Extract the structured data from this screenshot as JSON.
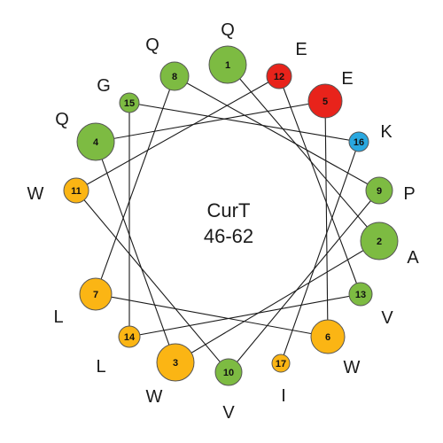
{
  "diagram": {
    "title_line1": "CurT",
    "title_line2": "46-62",
    "colors": {
      "green": "#7dbb42",
      "red": "#e8231b",
      "blue": "#29a8e0",
      "yellow": "#fbb514",
      "line": "#1a1a1a"
    },
    "residues": [
      {
        "num": 1,
        "aa": "Q",
        "color": "green"
      },
      {
        "num": 2,
        "aa": "A",
        "color": "green"
      },
      {
        "num": 3,
        "aa": "W",
        "color": "yellow"
      },
      {
        "num": 4,
        "aa": "Q",
        "color": "green"
      },
      {
        "num": 5,
        "aa": "E",
        "color": "red"
      },
      {
        "num": 6,
        "aa": "W",
        "color": "yellow"
      },
      {
        "num": 7,
        "aa": "L",
        "color": "yellow"
      },
      {
        "num": 8,
        "aa": "Q",
        "color": "green"
      },
      {
        "num": 9,
        "aa": "P",
        "color": "green"
      },
      {
        "num": 10,
        "aa": "V",
        "color": "green"
      },
      {
        "num": 11,
        "aa": "W",
        "color": "yellow"
      },
      {
        "num": 12,
        "aa": "E",
        "color": "red"
      },
      {
        "num": 13,
        "aa": "V",
        "color": "green"
      },
      {
        "num": 14,
        "aa": "L",
        "color": "yellow"
      },
      {
        "num": 15,
        "aa": "G",
        "color": "green"
      },
      {
        "num": 16,
        "aa": "K",
        "color": "blue"
      },
      {
        "num": 17,
        "aa": "I",
        "color": "yellow"
      }
    ]
  }
}
